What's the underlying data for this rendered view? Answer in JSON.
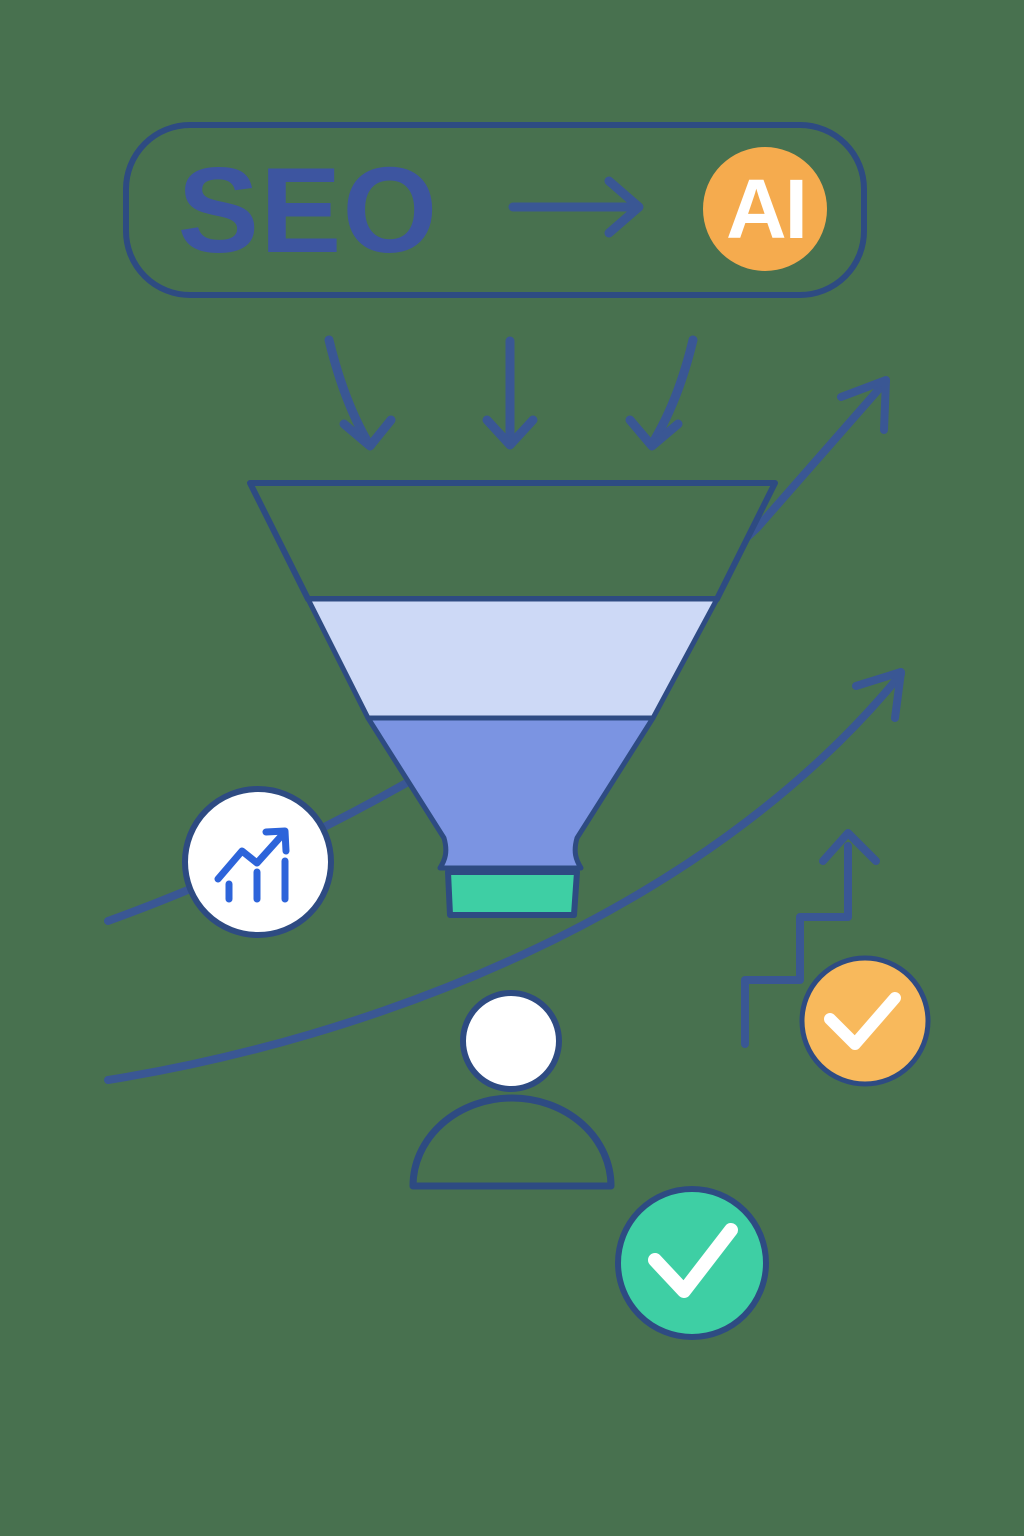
{
  "palette": {
    "background": "#48714f",
    "outline_navy": "#2e4b82",
    "line_navy": "#3a5794",
    "text_navy": "#3d55a0",
    "funnel_lavender": "#cdd9f6",
    "funnel_blue": "#7b94e2",
    "funnel_green": "#3ecfa4",
    "ai_orange": "#f5ab4e",
    "check_orange": "#f8b95c",
    "icon_blue": "#2d64da",
    "white": "#ffffff"
  },
  "badge": {
    "seo_label": "SEO",
    "ai_label": "AI"
  },
  "icons": [
    {
      "name": "arrow-right-icon",
      "glyph": "→"
    },
    {
      "name": "inflow-down-arrow-icon",
      "count": 3,
      "glyph": "↓"
    },
    {
      "name": "funnel-icon",
      "stages": 4
    },
    {
      "name": "growth-curve-arrow-icon",
      "count": 2,
      "glyph": "↗"
    },
    {
      "name": "trend-chart-icon",
      "glyph": "📈"
    },
    {
      "name": "stairs-up-arrow-icon",
      "glyph": "↑"
    },
    {
      "name": "check-icon-orange",
      "glyph": "✓"
    },
    {
      "name": "person-icon",
      "glyph": "👤"
    },
    {
      "name": "check-icon-green",
      "glyph": "✓"
    }
  ]
}
